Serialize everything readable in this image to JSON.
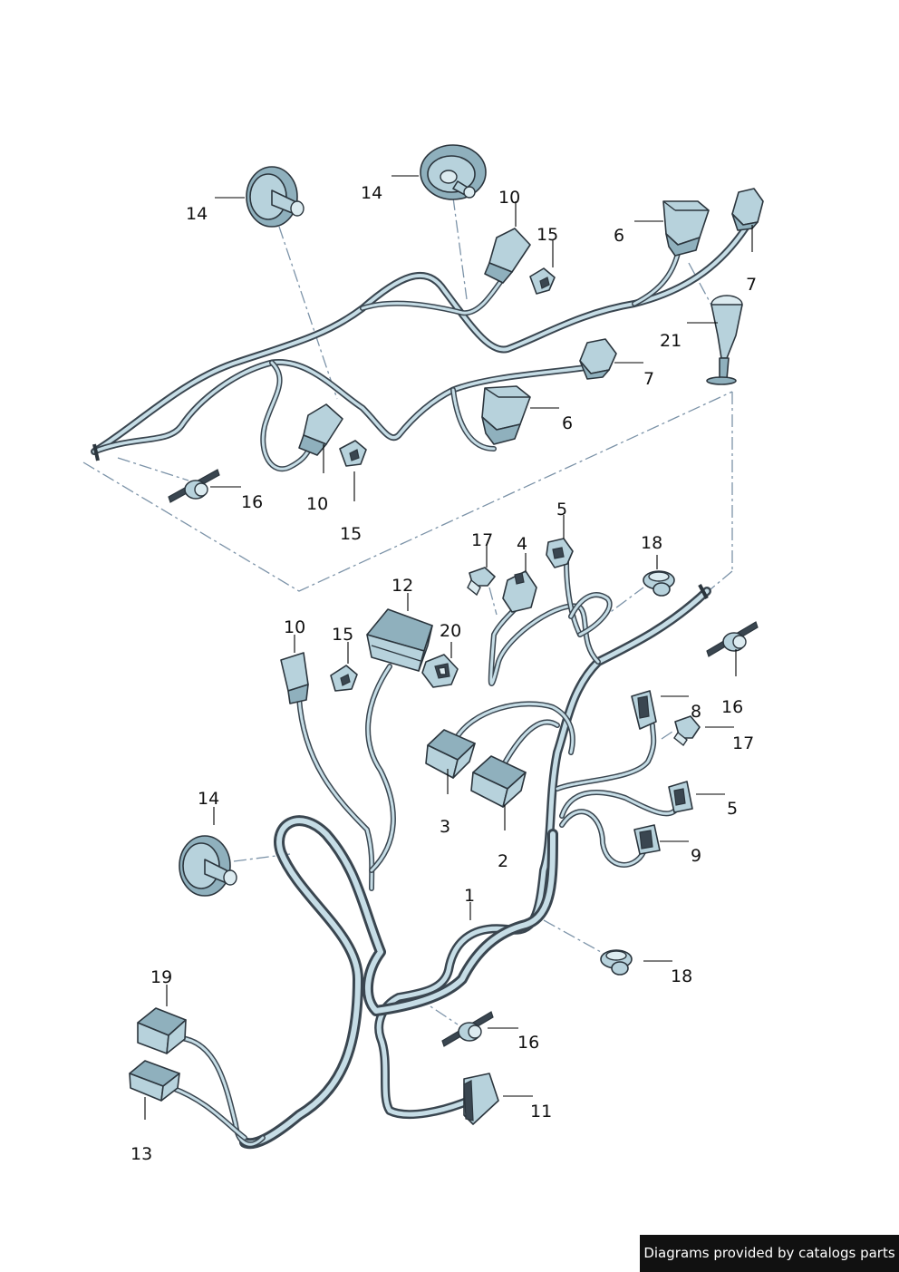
{
  "footer": {
    "text": "Diagrams provided by catalogs parts"
  },
  "colors": {
    "part_fill": "#b7d2dc",
    "part_outline": "#2b353d",
    "leader_dash": "#7c93a8",
    "footer_bg": "#111111"
  },
  "callouts": {
    "c14a": "14",
    "c14b": "14",
    "c10a": "10",
    "c15a": "15",
    "c6a": "6",
    "c7a": "7",
    "c21": "21",
    "c7b": "7",
    "c6b": "6",
    "c16a": "16",
    "c10b": "10",
    "c15b": "15",
    "c5a": "5",
    "c17a": "17",
    "c4": "4",
    "c18a": "18",
    "c12": "12",
    "c10c": "10",
    "c15c": "15",
    "c20": "20",
    "c16b": "16",
    "c8": "8",
    "c17b": "17",
    "c3": "3",
    "c2": "2",
    "c5b": "5",
    "c9": "9",
    "c14c": "14",
    "c1": "1",
    "c18b": "18",
    "c19": "19",
    "c16c": "16",
    "c11": "11",
    "c13": "13"
  }
}
